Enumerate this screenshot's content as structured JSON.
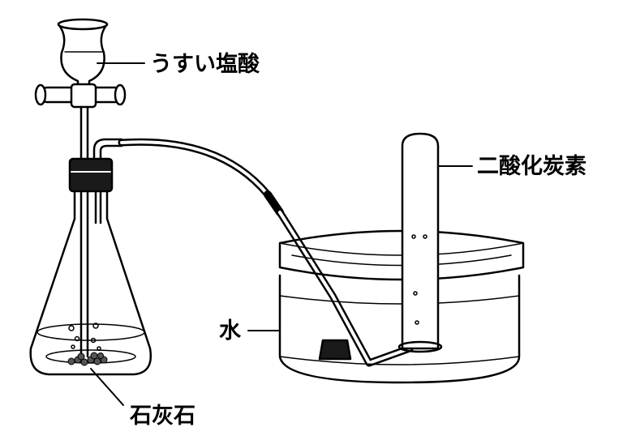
{
  "labels": {
    "dilute_hcl": "うすい塩酸",
    "carbon_dioxide": "二酸化炭素",
    "water": "水",
    "limestone": "石灰石"
  },
  "colors": {
    "stroke": "#000000",
    "background": "#ffffff",
    "stopper": "#1a1a1a"
  }
}
